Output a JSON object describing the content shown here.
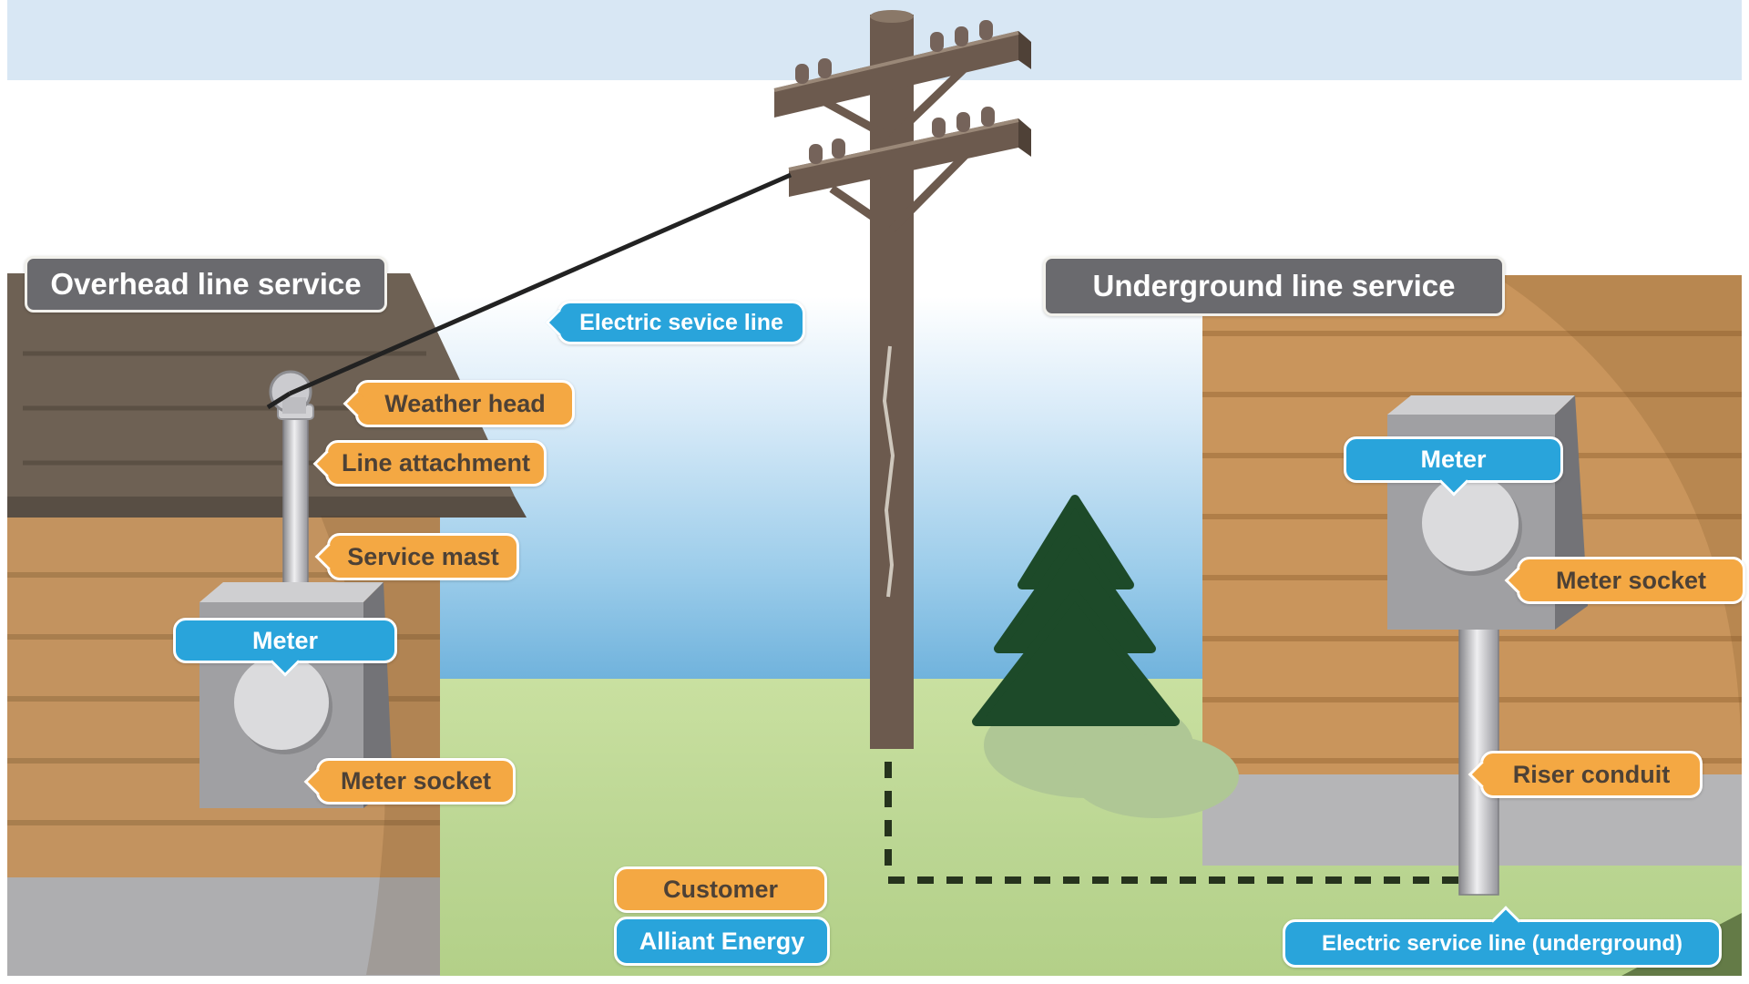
{
  "diagram": {
    "sections": {
      "left_title": "Overhead line service",
      "right_title": "Underground line service"
    },
    "callouts": {
      "electric_service_line": "Electric sevice line",
      "weather_head": "Weather head",
      "line_attachment": "Line attachment",
      "service_mast": "Service mast",
      "meter_overhead": "Meter",
      "meter_socket_overhead": "Meter socket",
      "meter_underground": "Meter",
      "meter_socket_underground": "Meter socket",
      "riser_conduit": "Riser conduit",
      "electric_service_line_underground": "Electric service line (underground)"
    },
    "legend": {
      "customer": "Customer",
      "utility": "Alliant Energy"
    },
    "colors": {
      "customer_orange": "#F4A843",
      "utility_blue": "#29A4DB",
      "section_gray": "#6A6A6E"
    }
  }
}
